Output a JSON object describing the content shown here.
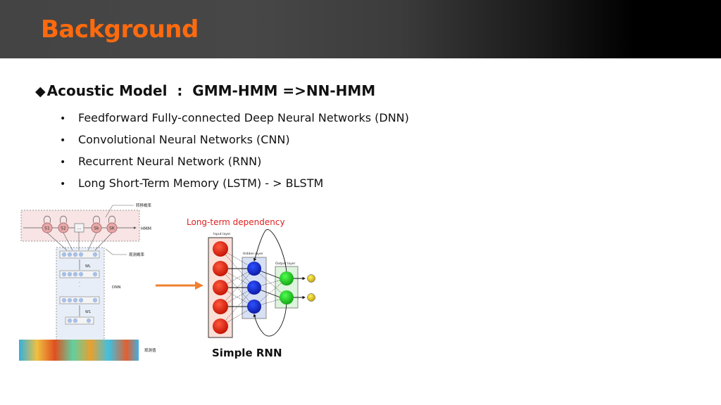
{
  "slide": {
    "title": "Background",
    "heading": {
      "bullet_icon": "◆",
      "text": "Acoustic Model  :  GMM-HMM =>NN-HMM"
    },
    "bullets": [
      "Feedforward Fully-connected Deep Neural Networks (DNN)",
      "Convolutional Neural Networks (CNN)",
      "Recurrent Neural Network (RNN)",
      "Long Short-Term Memory (LSTM) - > BLSTM"
    ],
    "colors": {
      "title": "#ff6a0e",
      "annotation": "#e02020",
      "arrow": "#f08030",
      "input_node": "#e02010",
      "hidden_node": "#1a2fd6",
      "output_node": "#22cc22",
      "final_node": "#e8d000"
    }
  },
  "dnn_hmm_figure": {
    "states": [
      "S1",
      "S2",
      "...",
      "Sk",
      "SK"
    ],
    "labels": {
      "transition": "转移概率",
      "hmm": "HMM",
      "observation_prob": "观测概率",
      "dnn": "DNN",
      "weight_top": "WL",
      "weight_bottom": "W1",
      "observation": "观测值"
    }
  },
  "rnn_figure": {
    "annotation": "Long-term dependency",
    "input_layer_label": "Input layer",
    "hidden_layer_label": "Hidden layer",
    "output_layer_label": "Output layer",
    "caption": "Simple RNN"
  }
}
